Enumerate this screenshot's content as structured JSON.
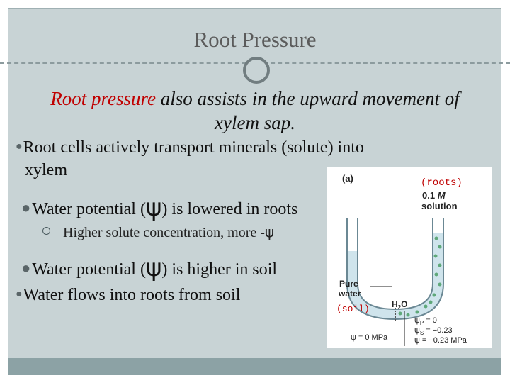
{
  "title": "Root Pressure",
  "intro": {
    "highlight": "Root pressure",
    "rest_line1": " also assists in the upward movement of",
    "line2": "xylem sap."
  },
  "bullets": {
    "b1_line1": "Root cells actively transport minerals (solute) into",
    "b1_line2": "xylem",
    "b2_pre": "Water potential (",
    "b2_psi": "ψ",
    "b2_post": ") is lowered in roots",
    "sub1_text": "Higher solute concentration, more -",
    "sub1_psi": "ψ",
    "b3_pre": "Water potential (",
    "b3_psi": "ψ",
    "b3_post": ") is higher in soil",
    "b4": "Water flows into roots from soil"
  },
  "figure": {
    "panel_label": "(a)",
    "roots_label": "(roots)",
    "solution_line1": "0.1",
    "solution_m": "M",
    "solution_line2": "solution",
    "pure_water_line1": "Pure",
    "pure_water_line2": "water",
    "soil_label": "(soil)",
    "h2o": "H",
    "h2o_sub": "2",
    "h2o_o": "O",
    "psi_p": "ψ",
    "psi_p_sub": "P",
    "psi_p_val": "= 0",
    "psi_s": "ψ",
    "psi_s_sub": "S",
    "psi_s_val": "= −0.23",
    "psi_total": "ψ",
    "psi_total_val": "= −0.23 MPa",
    "left_psi": "ψ = 0 MPa"
  },
  "colors": {
    "background": "#c8d3d5",
    "accent_red": "#c00000",
    "water_blue": "#cfe4ec",
    "solute_green": "#5fa87a"
  }
}
